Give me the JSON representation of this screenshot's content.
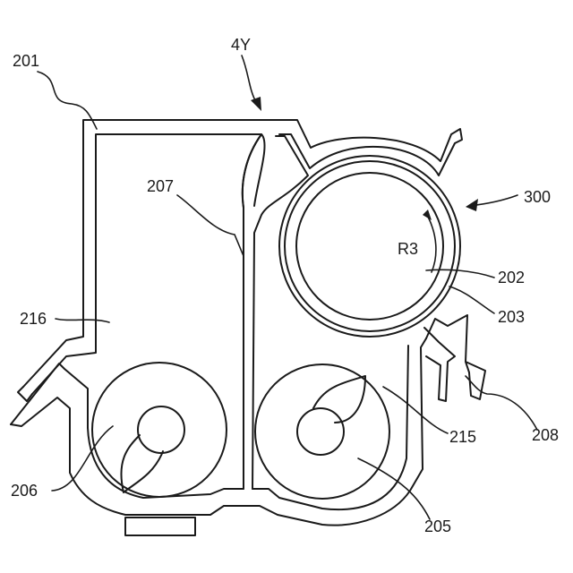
{
  "figure": {
    "labels": {
      "l201": "201",
      "l4y": "4Y",
      "l207": "207",
      "l300": "300",
      "lr3": "R3",
      "l202": "202",
      "l203": "203",
      "l216": "216",
      "l215": "215",
      "l208": "208",
      "l206": "206",
      "l205": "205"
    }
  }
}
